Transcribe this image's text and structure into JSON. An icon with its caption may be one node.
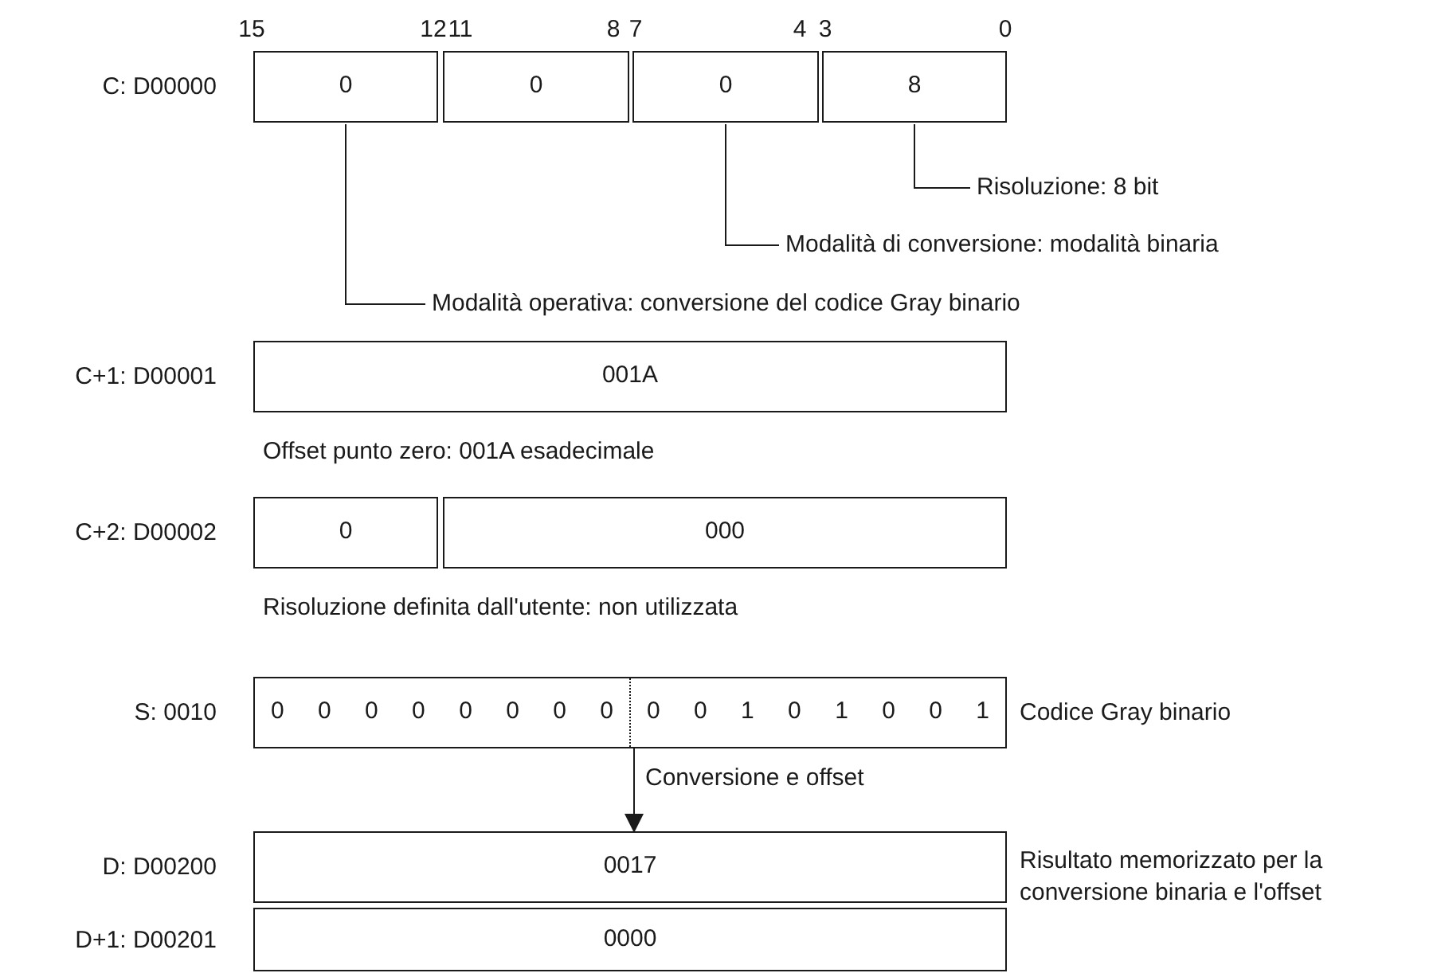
{
  "diagram": {
    "nodes": [
      {
        "text": [
          "0"
        ]
      },
      {
        "text": [
          "0"
        ]
      },
      {
        "text": [
          "0"
        ]
      },
      {
        "text": [
          "8"
        ]
      },
      {
        "text": [
          "Risoluzione: 8 bit"
        ]
      },
      {
        "text": [
          "Modalità di conversione: modalità binaria"
        ]
      },
      {
        "text": [
          "Modalità operativa: conversione del codice Gray binario"
        ]
      },
      {
        "text": [
          "001A"
        ]
      },
      {
        "text": [
          "0"
        ]
      },
      {
        "text": [
          "000"
        ]
      },
      {
        "text": [
          "0 0 0 0 0 0 0 0",
          "0 0 1 0 1 0 0 1"
        ]
      },
      {
        "text": [
          "0017"
        ]
      },
      {
        "text": [
          "0000"
        ]
      }
    ],
    "edges": [
      {
        "from": 4,
        "to": 3,
        "arrow": "none"
      },
      {
        "from": 5,
        "to": 2,
        "arrow": "none"
      },
      {
        "from": 6,
        "to": 0,
        "arrow": "none"
      },
      {
        "from": 10,
        "to": 11,
        "arrow": "to",
        "label": "Conversione e offset"
      }
    ],
    "labels": [
      "15",
      "12",
      "11",
      "8",
      "7",
      "4",
      "3",
      "0",
      "C: D00000",
      "C+1: D00001",
      "Offset punto zero: 001A esadecimale",
      "C+2: D00002",
      "Risoluzione definita dall'utente: non utilizzata",
      "S: 0010",
      "Codice Gray binario",
      "D: D00200",
      "D+1: D00201",
      "Risultato memorizzato per la conversione binaria e l'offset"
    ]
  }
}
